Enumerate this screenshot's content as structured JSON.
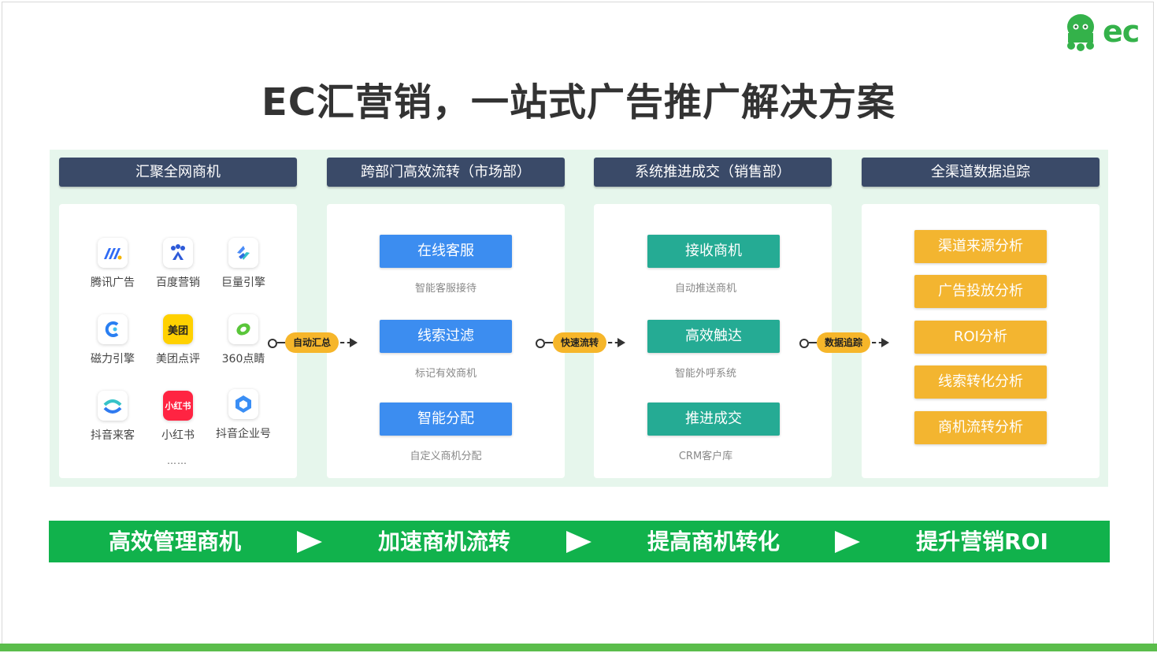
{
  "logo_text": "ec",
  "title": "EC汇营销，一站式广告推广解决方案",
  "columns": [
    {
      "header": "汇聚全网商机"
    },
    {
      "header": "跨部门高效流转（市场部）"
    },
    {
      "header": "系统推进成交（销售部）"
    },
    {
      "header": "全渠道数据追踪"
    }
  ],
  "sources": [
    {
      "label": "腾讯广告",
      "icon": "tencent-ads-icon"
    },
    {
      "label": "百度营销",
      "icon": "baidu-icon"
    },
    {
      "label": "巨量引擎",
      "icon": "oceanengine-icon"
    },
    {
      "label": "磁力引擎",
      "icon": "kuaishou-icon"
    },
    {
      "label": "美团点评",
      "icon": "meituan-icon",
      "icon_text": "美团"
    },
    {
      "label": "360点睛",
      "icon": "360-icon"
    },
    {
      "label": "抖音来客",
      "icon": "douyin-laike-icon"
    },
    {
      "label": "小红书",
      "icon": "xiaohongshu-icon",
      "icon_text": "小红书"
    },
    {
      "label": "抖音企业号",
      "icon": "douyin-enterprise-icon"
    }
  ],
  "sources_more": "……",
  "market": [
    {
      "label": "在线客服",
      "sub": "智能客服接待"
    },
    {
      "label": "线索过滤",
      "sub": "标记有效商机"
    },
    {
      "label": "智能分配",
      "sub": "自定义商机分配"
    }
  ],
  "sales": [
    {
      "label": "接收商机",
      "sub": "自动推送商机"
    },
    {
      "label": "高效触达",
      "sub": "智能外呼系统"
    },
    {
      "label": "推进成交",
      "sub": "CRM客户库"
    }
  ],
  "analysis": [
    "渠道来源分析",
    "广告投放分析",
    "ROI分析",
    "线索转化分析",
    "商机流转分析"
  ],
  "connectors": [
    "自动汇总",
    "快速流转",
    "数据追踪"
  ],
  "benefits": [
    "高效管理商机",
    "加速商机流转",
    "提高商机转化",
    "提升营销ROI"
  ],
  "colors": {
    "header_bg": "#3a4a68",
    "blue": "#3c8df0",
    "teal": "#25ab94",
    "gold": "#f3b530",
    "green_bar": "#11b24c",
    "panel_bg": "#e6f6ec"
  }
}
